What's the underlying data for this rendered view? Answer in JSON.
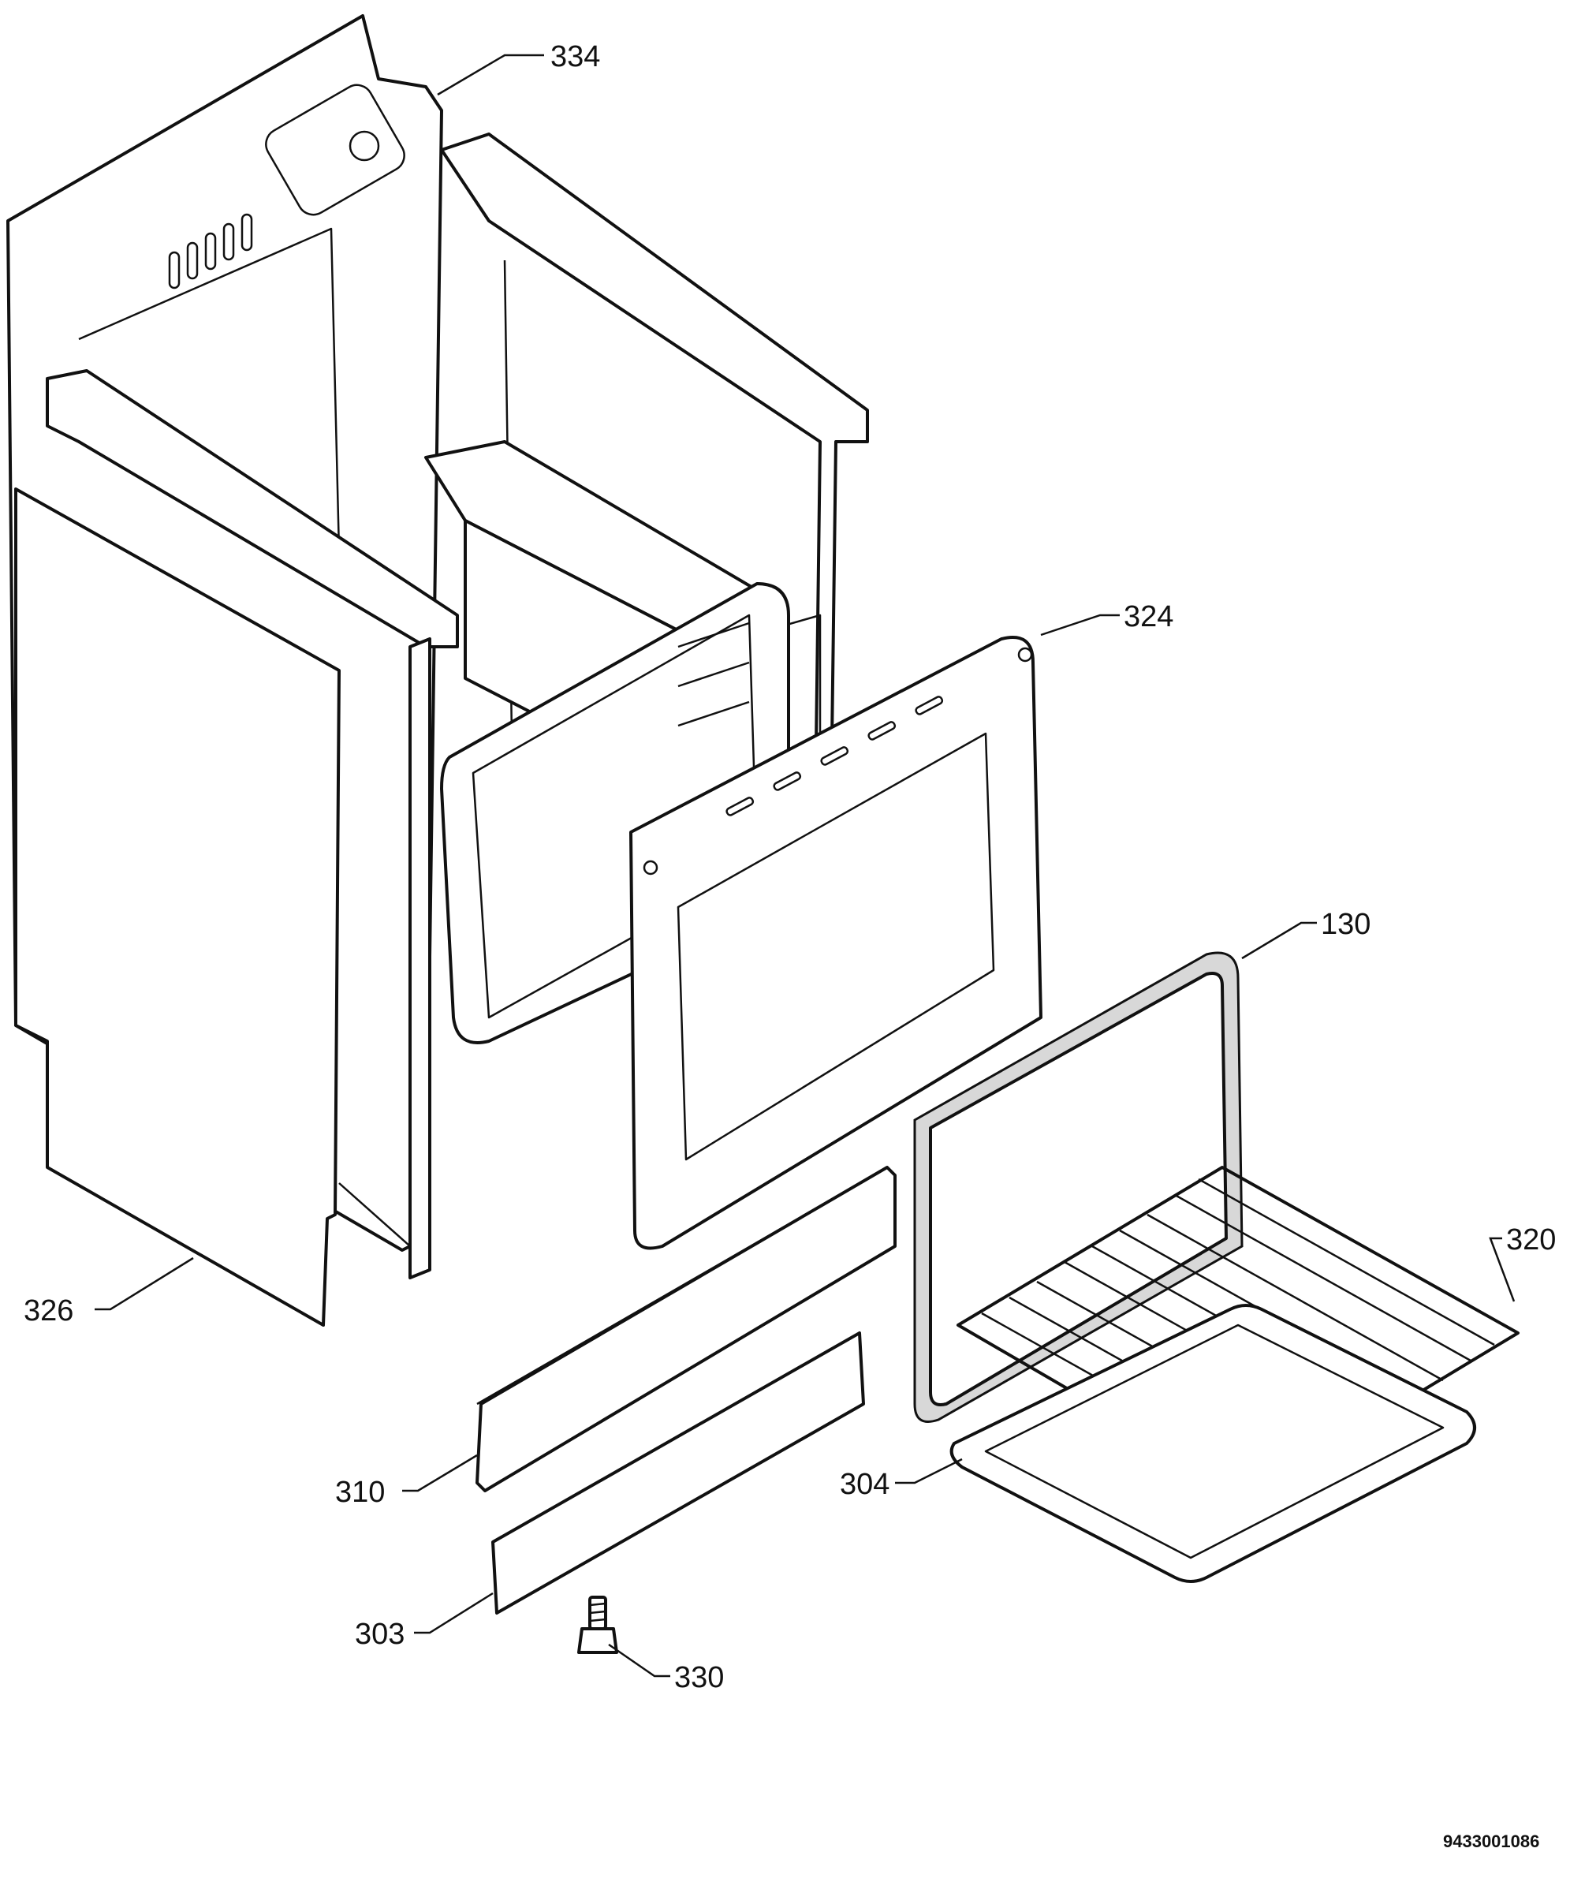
{
  "callouts": [
    {
      "id": "334",
      "label": "334"
    },
    {
      "id": "324",
      "label": "324"
    },
    {
      "id": "130",
      "label": "130"
    },
    {
      "id": "320",
      "label": "320"
    },
    {
      "id": "326",
      "label": "326"
    },
    {
      "id": "310",
      "label": "310"
    },
    {
      "id": "304",
      "label": "304"
    },
    {
      "id": "303",
      "label": "303"
    },
    {
      "id": "330",
      "label": "330"
    }
  ],
  "reference_code": "9433001086"
}
